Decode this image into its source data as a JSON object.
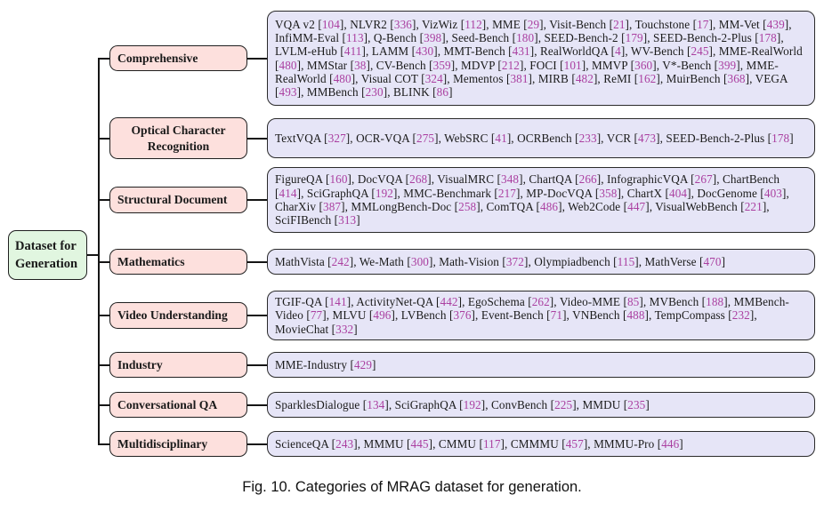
{
  "figure": {
    "root": {
      "label": "Dataset for Generation"
    },
    "rows": [
      {
        "category": "Comprehensive",
        "datasets": "VQA v2 [104], NLVR2 [336], VizWiz [112], MME [29], Visit-Bench [21], Touchstone [17], MM-Vet [439], InfiMM-Eval [113], Q-Bench [398], Seed-Bench [180], SEED-Bench-2 [179], SEED-Bench-2-Plus [178], LVLM-eHub [411], LAMM [430], MMT-Bench [431], RealWorldQA [4], WV-Bench [245], MME-RealWorld [480], MMStar [38], CV-Bench [359], MDVP [212], FOCI [101], MMVP [360], V*-Bench [399], MME-RealWorld [480], Visual COT [324], Mementos [381], MIRB [482], ReMI [162], MuirBench [368], VEGA [493], MMBench [230], BLINK [86]"
      },
      {
        "category": "Optical Character Recognition",
        "datasets": "TextVQA [327], OCR-VQA [275], WebSRC [41], OCRBench [233], VCR [473], SEED-Bench-2-Plus [178]"
      },
      {
        "category": "Structural Document",
        "datasets": "FigureQA [160], DocVQA [268], VisualMRC [348], ChartQA [266], InfographicVQA [267], ChartBench [414], SciGraphQA [192], MMC-Benchmark [217], MP-DocVQA [358], ChartX [404], DocGenome [403], CharXiv [387], MMLongBench-Doc [258], ComTQA [486], Web2Code [447], VisualWebBench [221], SciFIBench [313]"
      },
      {
        "category": "Mathematics",
        "datasets": "MathVista [242], We-Math [300], Math-Vision [372], Olympiadbench [115], MathVerse [470]"
      },
      {
        "category": "Video Understanding",
        "datasets": "TGIF-QA [141], ActivityNet-QA [442], EgoSchema [262], Video-MME [85], MVBench [188], MMBench-Video [77], MLVU [496], LVBench [376], Event-Bench [71], VNBench [488], TempCompass [232], MovieChat [332]"
      },
      {
        "category": "Industry",
        "datasets": "MME-Industry [429]"
      },
      {
        "category": "Conversational QA",
        "datasets": "SparklesDialogue [134], SciGraphQA [192], ConvBench [225], MMDU [235]"
      },
      {
        "category": "Multidisciplinary",
        "datasets": "ScienceQA [243], MMMU [445], CMMU [117], CMMMU [457], MMMU-Pro [446]"
      }
    ],
    "caption": "Fig. 10. Categories of MRAG dataset for generation.",
    "colors": {
      "root_fill": "#e1f6e0",
      "category_fill": "#fde0dd",
      "datasets_fill": "#e6e5f7",
      "citation_number": "#aa3fa0",
      "line": "#151515"
    }
  }
}
